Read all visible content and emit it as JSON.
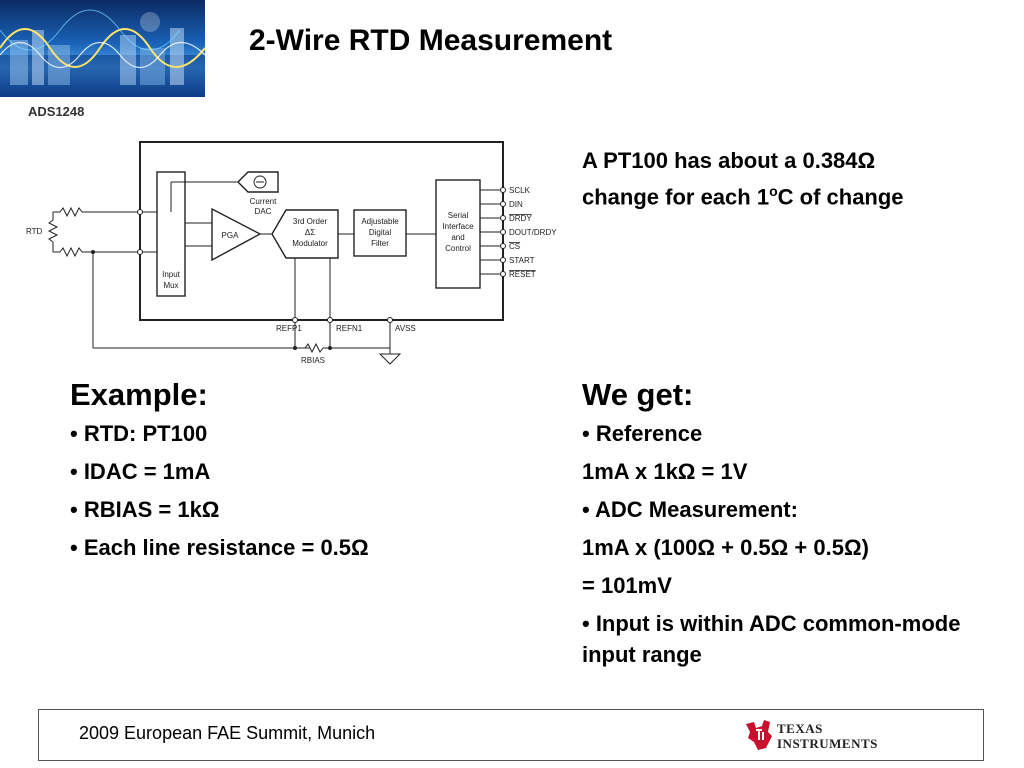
{
  "slide": {
    "title": "2-Wire RTD Measurement",
    "chip_label": "ADS1248"
  },
  "diagram": {
    "rtd_label": "RTD",
    "current_dac": [
      "Current",
      "DAC"
    ],
    "pga": "PGA",
    "modulator": [
      "3rd Order",
      "ΔΣ",
      "Modulator"
    ],
    "filter": [
      "Adjustable",
      "Digital",
      "Filter"
    ],
    "serial": [
      "Serial",
      "Interface",
      "and",
      "Control"
    ],
    "input_mux": [
      "Input",
      "Mux"
    ],
    "pins_right": [
      "SCLK",
      "DIN",
      "DRDY",
      "DOUT/DRDY",
      "CS",
      "START",
      "RESET"
    ],
    "pins_bottom": [
      "REFP1",
      "REFN1",
      "AVSS"
    ],
    "rbias_label": "RBIAS"
  },
  "note": {
    "line1_before": "A PT100 has about a 0.384",
    "omega": "Ω",
    "line2_pre": "change for each 1",
    "degree": "o",
    "line2_post": "C of change"
  },
  "example": {
    "heading": "Example:",
    "items": [
      "• RTD: PT100",
      "• IDAC = 1mA",
      "• RBIAS = 1kΩ",
      "• Each line resistance = 0.5Ω"
    ]
  },
  "results": {
    "heading": "We get:",
    "lines": [
      "• Reference",
      "1mA x 1kΩ = 1V",
      "• ADC Measurement:",
      "1mA x (100Ω + 0.5Ω + 0.5Ω)",
      "= 101mV",
      "• Input is within ADC common-mode input range"
    ]
  },
  "footer": {
    "event": "2009 European FAE Summit, Munich",
    "logo_line1": "TEXAS",
    "logo_line2": "INSTRUMENTS"
  },
  "colors": {
    "ti_red": "#c8102e",
    "banner_blue": "#1a63b8"
  }
}
